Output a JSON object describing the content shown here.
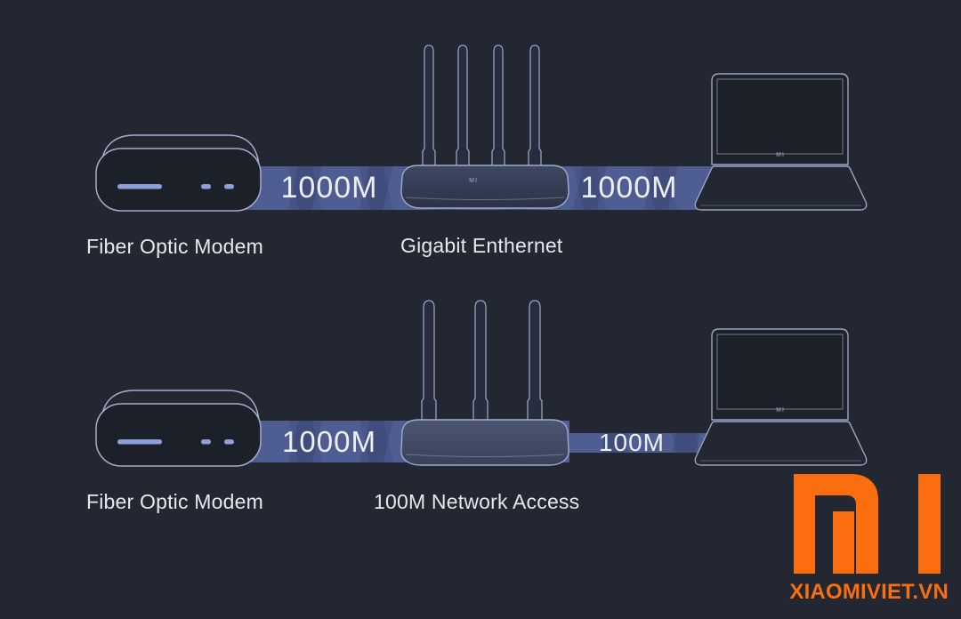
{
  "colors": {
    "background": "#232731",
    "band": "#4e5d92",
    "device_outline": "#9fa9c8",
    "label_text": "#e6e8ed",
    "band_text": "#edeff5",
    "modem_dash": "#8da0da",
    "brand_orange": "#fa6e0f"
  },
  "rows": [
    {
      "modem_label": "Fiber Optic Modem",
      "center_label": "Gigabit Enthernet",
      "left_link": "1000M",
      "right_link": "1000M",
      "antennas": 4
    },
    {
      "modem_label": "Fiber Optic Modem",
      "center_label": "100M Network Access",
      "left_link": "1000M",
      "right_link": "100M",
      "antennas": 3
    }
  ],
  "device_logo": "MI",
  "watermark": {
    "logo_text": "MI",
    "site": "XIAOMIVIET.VN"
  }
}
